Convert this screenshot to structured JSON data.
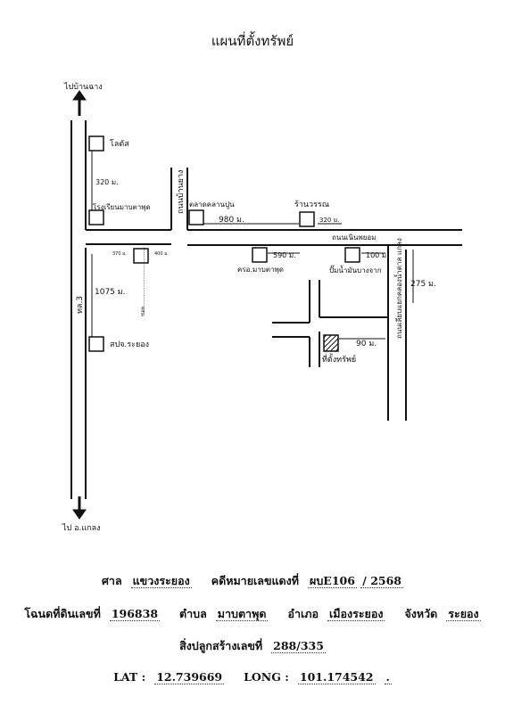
{
  "title": "แผนที่ตั้งทรัพย์",
  "map": {
    "north_label": "ไปบ้านฉาง",
    "south_label": "ไป อ.แกลง",
    "highway_label": "ทล.3",
    "road_yai": "ถนนบ้านยาง",
    "road_main": "ถนนเนินพยอม",
    "road_east": "ถนนเลียบแยกคลองน้ำตาล แกลง",
    "soi_label": "ซอย...................................",
    "landmarks": {
      "lotus": "โลตัส",
      "school": "โรงเรียนมาบตาพุด",
      "market": "ตลาดคลานปูน",
      "shop": "ร้านวรรณ",
      "hospital": "ครอ.มาบตาพุด",
      "gas": "ปั๊มน้ำมันบางจาก",
      "sapcho": "สปจ.ระยอง",
      "property": "ที่ตั้งทรัพย์"
    },
    "distances": {
      "d320a": "320 ม.",
      "d980": "980 ม.",
      "d320b": "320 ม.",
      "d590": "590 ม.",
      "d100": "100 ม.",
      "d275": "275 ม.",
      "d1075": "1075 ม.",
      "d90": "90 ม.",
      "d370": "370 ม.",
      "d400": "400 ม."
    }
  },
  "footer": {
    "court_label": "ศาล",
    "court": "แขวงระยอง",
    "case_label": "คดีหมายเลขแดงที่",
    "case_no": "ผบE106",
    "case_year": "/ 2568",
    "deed_label": "โฉนดที่ดินเลขที่",
    "deed_no": "196838",
    "tambon_label": "ตำบล",
    "tambon": "มาบตาพุด",
    "amphoe_label": "อำเภอ",
    "amphoe": "เมืองระยอง",
    "province_label": "จังหวัด",
    "province": "ระยอง",
    "building_label": "สิ่งปลูกสร้างเลขที่",
    "building_no": "288/335",
    "lat_label": "LAT :",
    "lat": "12.739669",
    "long_label": "LONG :",
    "long": "101.174542",
    "end": "."
  }
}
